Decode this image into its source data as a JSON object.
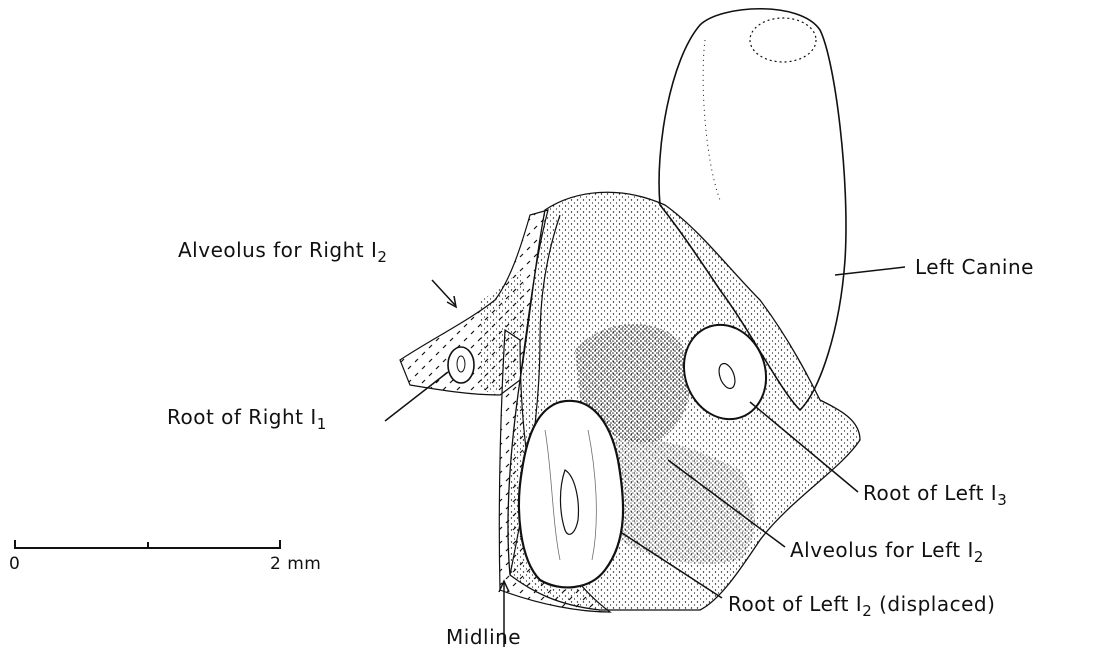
{
  "labels": {
    "left_canine": "Left Canine",
    "alveolus_right_i2": "Alveolus for Right",
    "alveolus_right_i2_tooth": "I",
    "alveolus_right_i2_sub": "2",
    "root_right_i1": "Root of Right",
    "root_right_i1_tooth": "I",
    "root_right_i1_sub": "1",
    "root_left_i3": "Root of Left",
    "root_left_i3_tooth": "I",
    "root_left_i3_sub": "3",
    "alveolus_left_i2": "Alveolus for Left",
    "alveolus_left_i2_tooth": "I",
    "alveolus_left_i2_sub": "2",
    "root_left_i2": "Root of Left",
    "root_left_i2_tooth": "I",
    "root_left_i2_sub": "2",
    "root_left_i2_note": "(displaced)",
    "midline": "Midline"
  },
  "scale_bar": {
    "start_label": "0",
    "end_label": "2 mm",
    "length_mm": 2
  },
  "colors": {
    "ink": "#111111",
    "paper": "#ffffff"
  }
}
